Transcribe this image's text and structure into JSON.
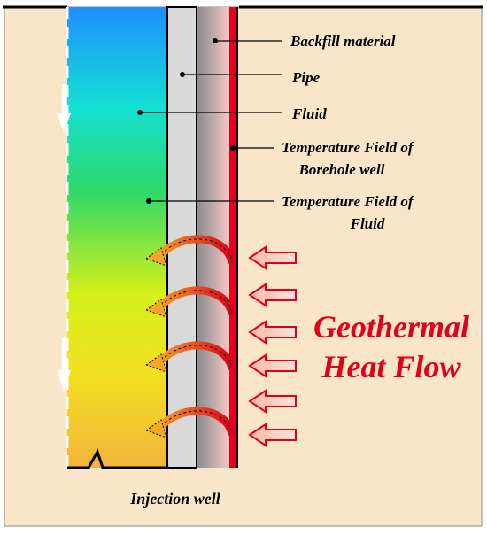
{
  "labels": {
    "backfill": "Backfill material",
    "pipe": "Pipe",
    "fluid": "Fluid",
    "temp_borehole_line1": "Temperature Field of",
    "temp_borehole_line2": "Borehole well",
    "temp_fluid_line1": "Temperature Field of",
    "temp_fluid_line2": "Fluid",
    "geothermal_line1": "Geothermal",
    "geothermal_line2": "Heat Flow",
    "injection_well": "Injection well"
  },
  "colors": {
    "background": "#f9e6c8",
    "pipe": "#d9d9d9",
    "backfill_dark": "#8c8c8c",
    "backfill_light": "#f4c8c8",
    "borehole_wall": "#e8001b",
    "heat_flow_text": "#e0001b",
    "fluid_top": "#1e8fff",
    "fluid_mid": "#14e0d2",
    "fluid_green": "#2ed96a",
    "fluid_yellow": "#e6f01a",
    "fluid_bottom": "#f2b43c"
  },
  "icons": {
    "flow_arrow": "down-arrow-icon",
    "heat_arrow": "left-arrow-icon",
    "curved_arrow": "curved-arrow-icon"
  }
}
